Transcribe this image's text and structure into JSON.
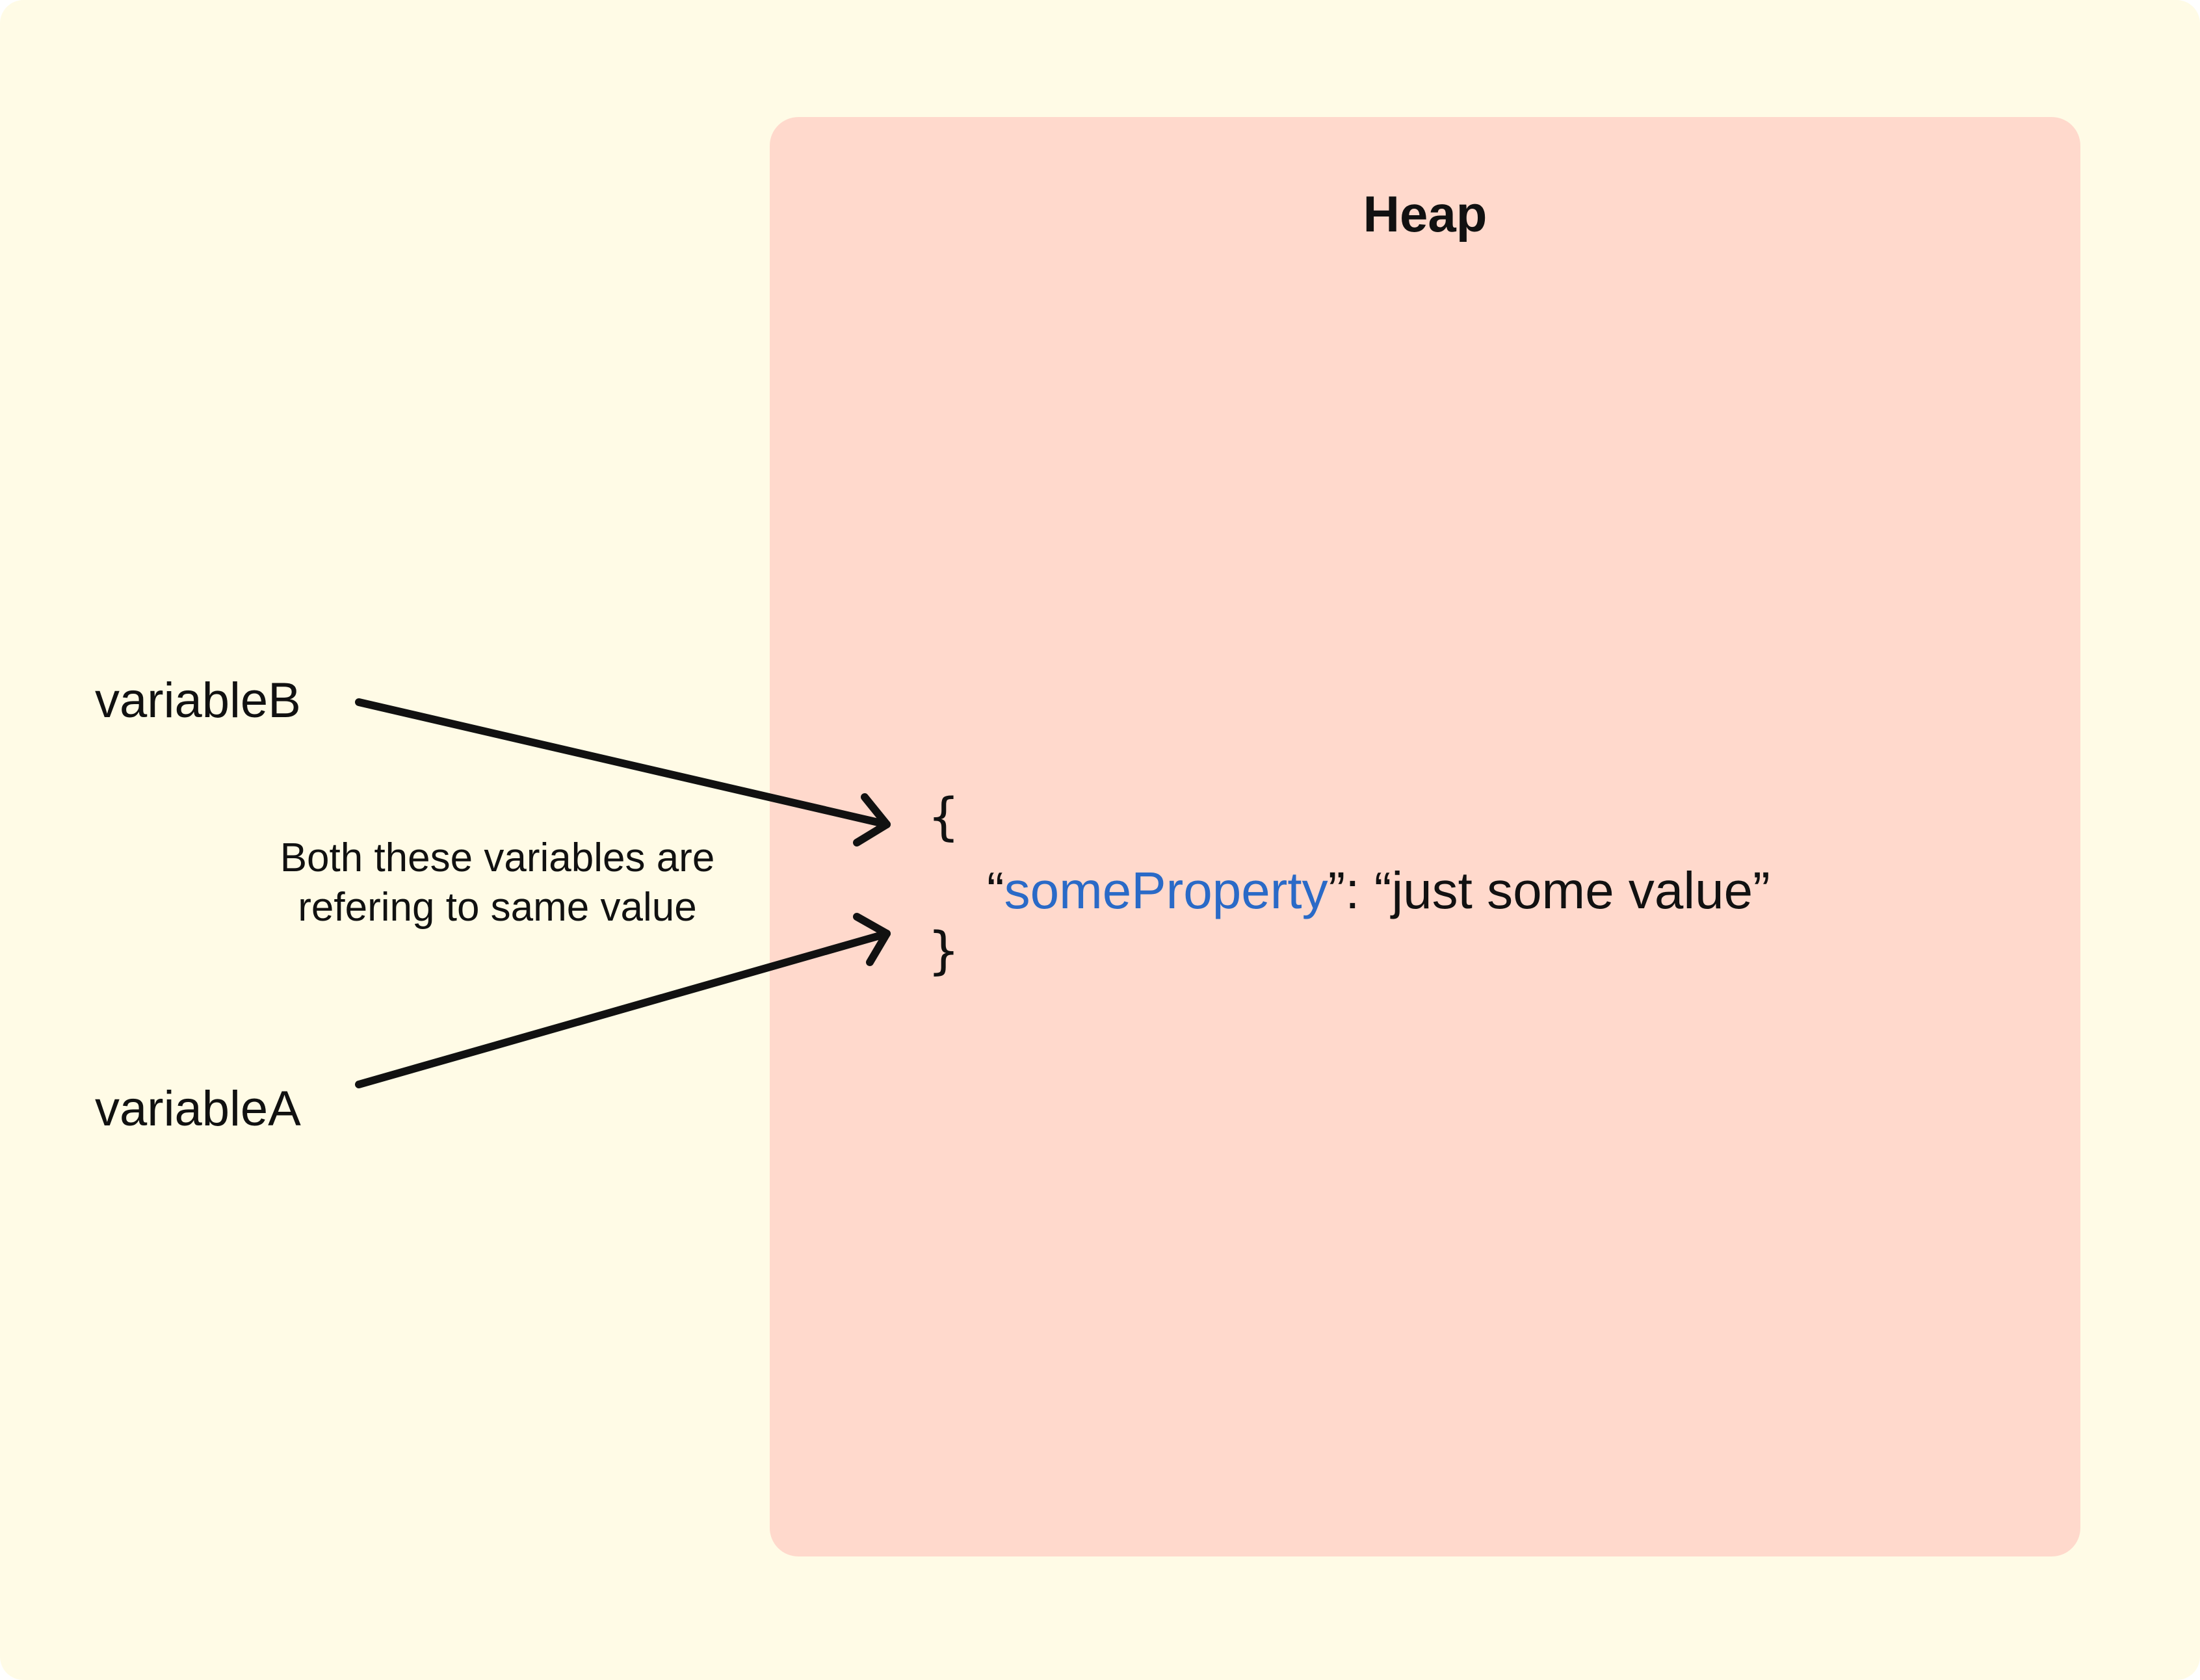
{
  "heap": {
    "title": "Heap"
  },
  "variables": {
    "b": "variableB",
    "a": "variableA"
  },
  "note": {
    "line1": "Both these variables are",
    "line2": "refering to same value"
  },
  "object": {
    "open_brace": "{",
    "close_brace": "}",
    "quote_open_key": "“",
    "key": "someProperty",
    "separator": "”: “just some value”"
  },
  "colors": {
    "background": "#fffbe6",
    "heap_fill": "#ffd9cc",
    "key_text": "#2a6ac7",
    "ink": "#111111"
  }
}
